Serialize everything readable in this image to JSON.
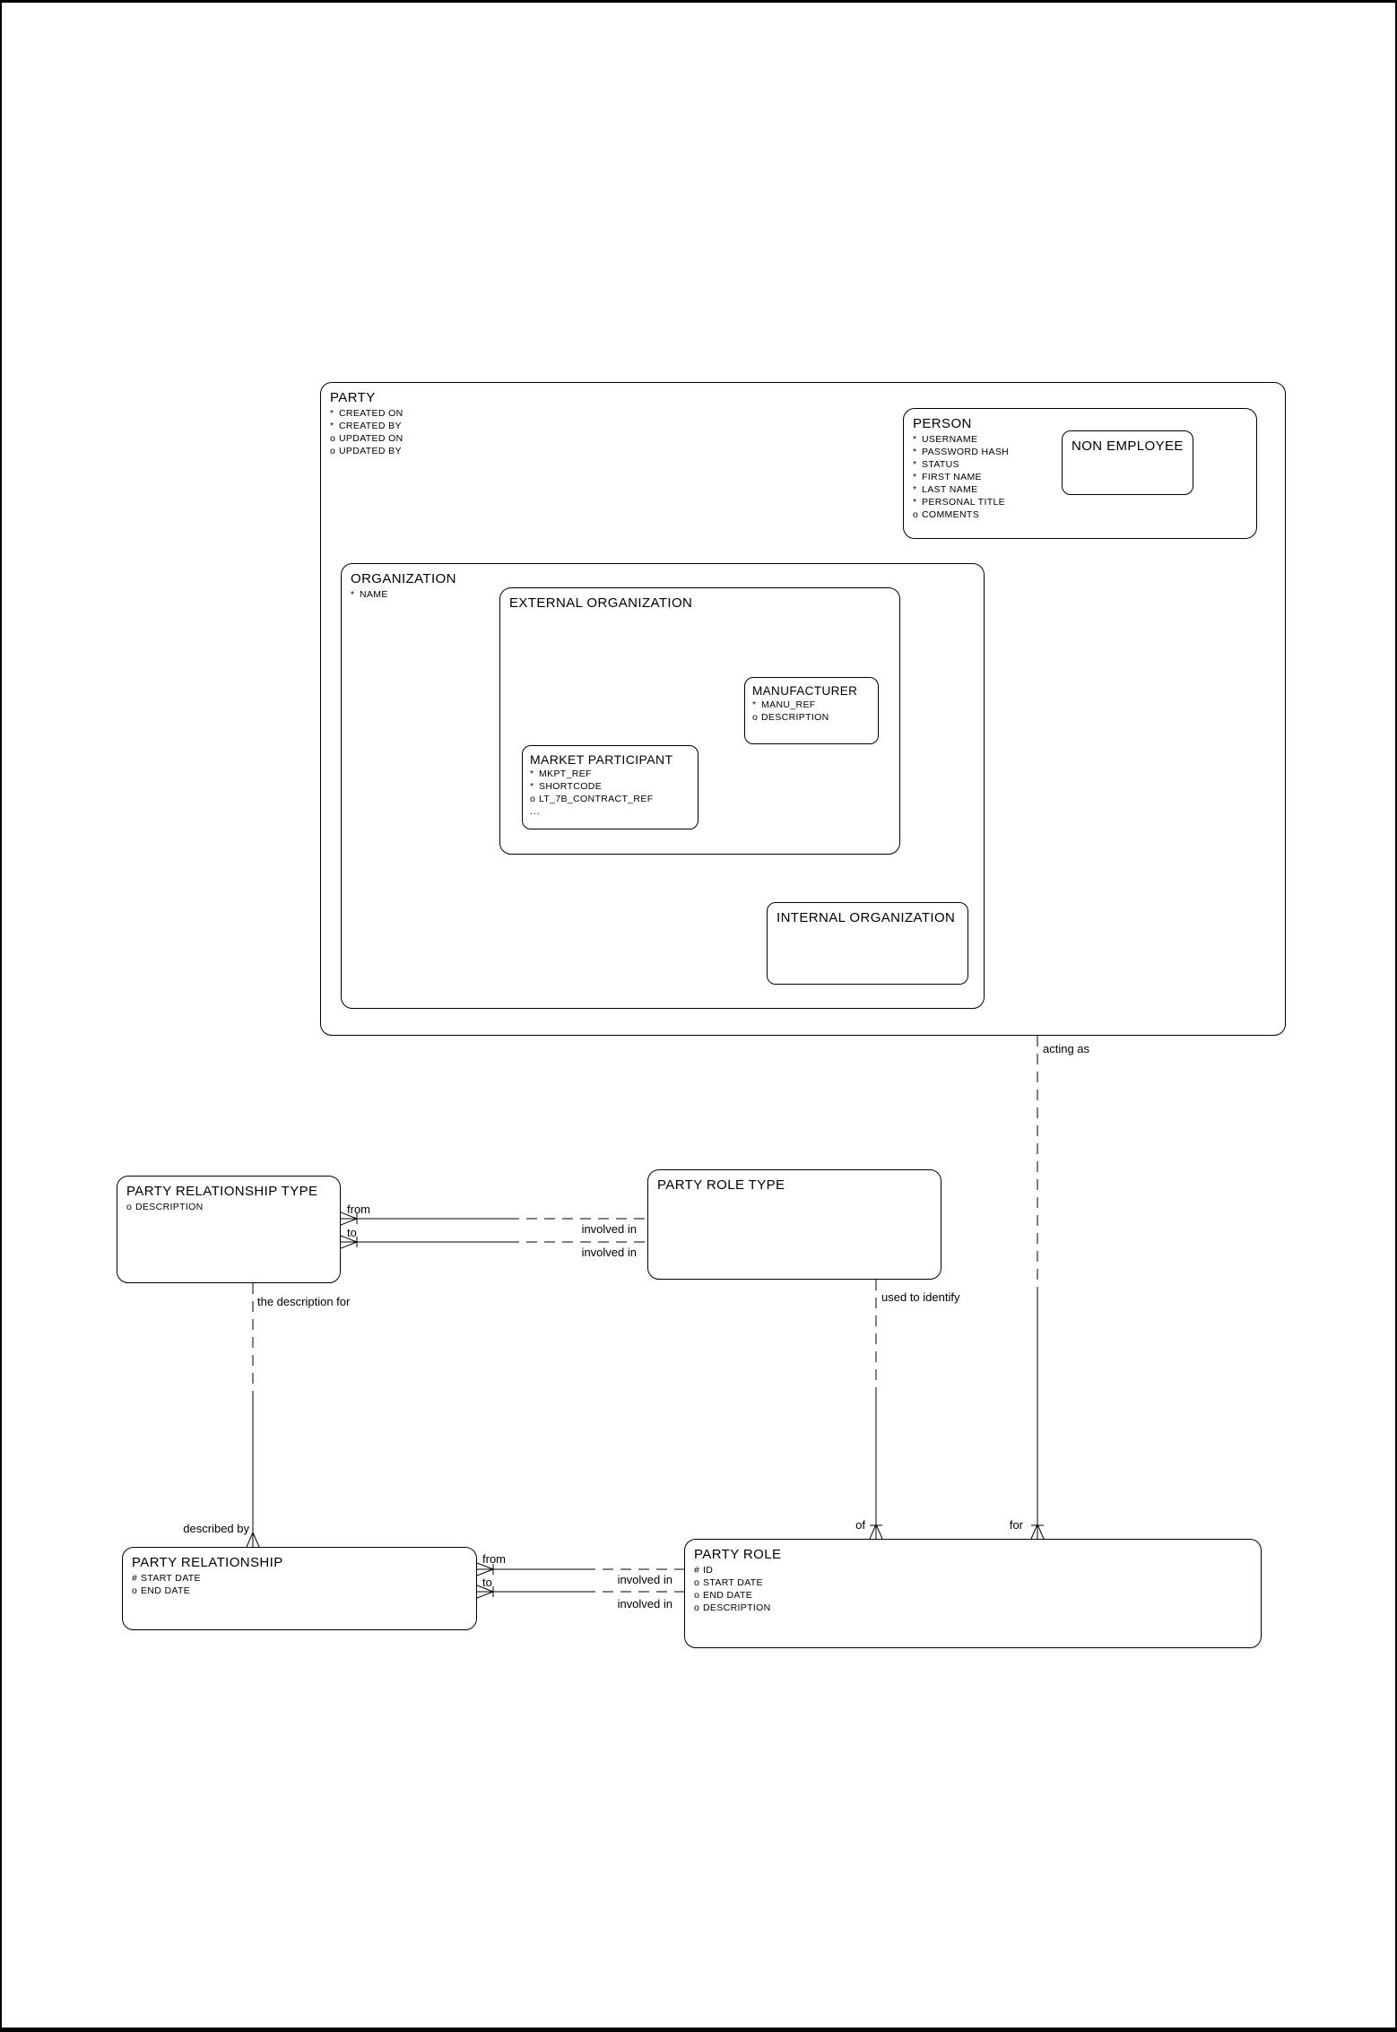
{
  "colors": {
    "line": "#000000",
    "background": "#ffffff"
  },
  "entities": {
    "party": {
      "title": "PARTY",
      "attrs": [
        {
          "p": "*",
          "n": "CREATED ON"
        },
        {
          "p": "*",
          "n": "CREATED BY"
        },
        {
          "p": "o",
          "n": "UPDATED ON"
        },
        {
          "p": "o",
          "n": "UPDATED BY"
        }
      ]
    },
    "person": {
      "title": "PERSON",
      "attrs": [
        {
          "p": "*",
          "n": "USERNAME"
        },
        {
          "p": "*",
          "n": "PASSWORD HASH"
        },
        {
          "p": "*",
          "n": "STATUS"
        },
        {
          "p": "*",
          "n": "FIRST NAME"
        },
        {
          "p": "*",
          "n": "LAST NAME"
        },
        {
          "p": "*",
          "n": "PERSONAL TITLE"
        },
        {
          "p": "o",
          "n": "COMMENTS"
        }
      ]
    },
    "non_employee": {
      "title": "NON EMPLOYEE"
    },
    "organization": {
      "title": "ORGANIZATION",
      "attrs": [
        {
          "p": "*",
          "n": "NAME"
        }
      ]
    },
    "external_organization": {
      "title": "EXTERNAL ORGANIZATION"
    },
    "manufacturer": {
      "title": "MANUFACTURER",
      "attrs": [
        {
          "p": "*",
          "n": "MANU_REF"
        },
        {
          "p": "o",
          "n": "DESCRIPTION"
        }
      ]
    },
    "market_participant": {
      "title": "MARKET PARTICIPANT",
      "attrs": [
        {
          "p": "*",
          "n": "MKPT_REF"
        },
        {
          "p": "*",
          "n": "SHORTCODE"
        },
        {
          "p": "o",
          "n": "LT_7B_CONTRACT_REF"
        }
      ],
      "ellipsis": "..."
    },
    "internal_organization": {
      "title": "INTERNAL ORGANIZATION"
    },
    "party_relationship_type": {
      "title": "PARTY RELATIONSHIP TYPE",
      "attrs": [
        {
          "p": "o",
          "n": "DESCRIPTION"
        }
      ]
    },
    "party_role_type": {
      "title": "PARTY ROLE TYPE"
    },
    "party_relationship": {
      "title": "PARTY RELATIONSHIP",
      "attrs": [
        {
          "p": "#",
          "n": "START DATE"
        },
        {
          "p": "o",
          "n": "END DATE"
        }
      ]
    },
    "party_role": {
      "title": "PARTY ROLE",
      "attrs": [
        {
          "p": "#",
          "n": "ID"
        },
        {
          "p": "o",
          "n": "START DATE"
        },
        {
          "p": "o",
          "n": "END DATE"
        },
        {
          "p": "o",
          "n": "DESCRIPTION"
        }
      ]
    }
  },
  "labels": {
    "acting_as": "acting as",
    "type_from": "from",
    "type_to": "to",
    "type_involved_in_1": "involved in",
    "type_involved_in_2": "involved in",
    "description_for": "the description for",
    "used_to_identify": "used to identify",
    "described_by": "described by",
    "rel_from": "from",
    "rel_to": "to",
    "rel_involved_in_1": "involved in",
    "rel_involved_in_2": "involved in",
    "of": "of",
    "for": "for"
  }
}
